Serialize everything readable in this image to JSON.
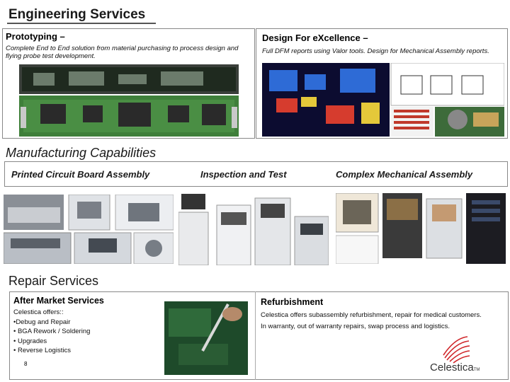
{
  "engineering": {
    "title": "Engineering Services",
    "prototyping": {
      "heading": "Prototyping –",
      "text": "Complete End to End solution from material purchasing to process design and flying probe test development."
    },
    "dfx": {
      "heading": "Design For eXcellence –",
      "text": "Full DFM reports using  Valor tools. Design for Mechanical Assembly reports."
    }
  },
  "manufacturing": {
    "title": "Manufacturing Capabilities",
    "labels": [
      "Printed Circuit Board Assembly",
      "Inspection and Test",
      "Complex Mechanical Assembly"
    ]
  },
  "repair": {
    "title": "Repair Services",
    "after_market": {
      "heading": "After Market Services",
      "lines": [
        "Celestica offers::",
        "•Debug and Repair",
        "• BGA Rework / Soldering",
        "• Upgrades",
        "• Reverse Logistics"
      ]
    },
    "refurbishment": {
      "heading": "Refurbishment",
      "line1": "Celestica offers subassembly refurbishment, repair for medical customers.",
      "line2": "In warranty, out of warranty repairs, swap process and logistics."
    }
  },
  "footer": {
    "page_number": "8",
    "brand": "Celestica",
    "brand_suffix": "TM"
  },
  "colors": {
    "pcb_green": "#3f7f3a",
    "brand_red": "#d0262a",
    "border": "#888888"
  }
}
